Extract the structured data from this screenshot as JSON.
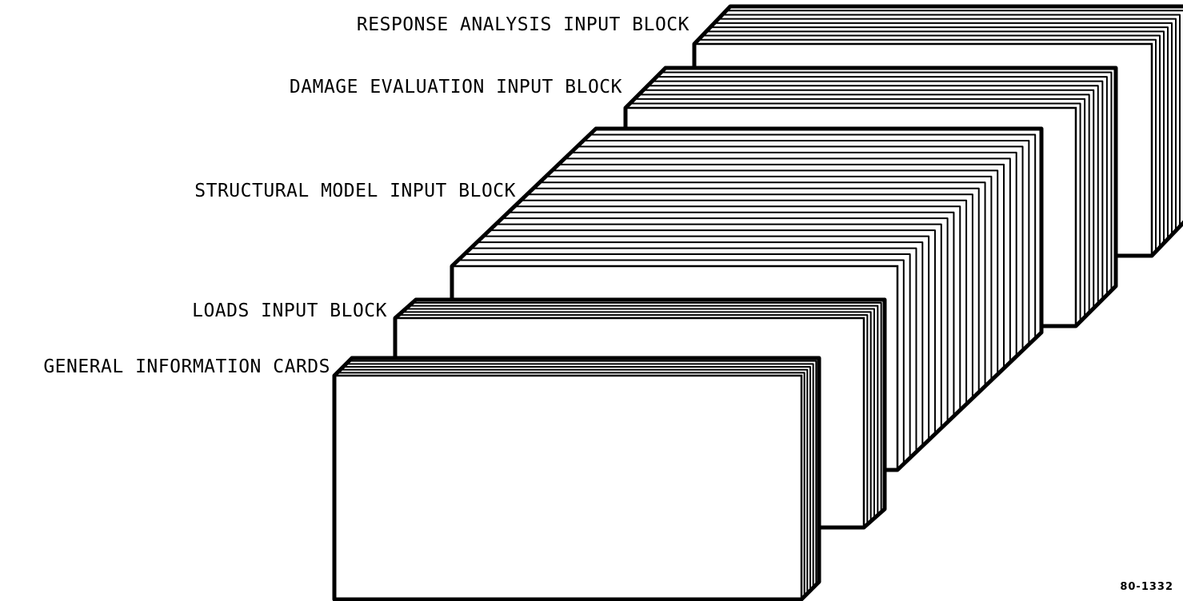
{
  "diagram": {
    "blocks": [
      {
        "id": "response",
        "label": "RESPONSE ANALYSIS INPUT BLOCK"
      },
      {
        "id": "damage",
        "label": "DAMAGE EVALUATION INPUT BLOCK"
      },
      {
        "id": "structural",
        "label": "STRUCTURAL MODEL INPUT BLOCK"
      },
      {
        "id": "loads",
        "label": "LOADS INPUT BLOCK"
      },
      {
        "id": "general",
        "label": "GENERAL INFORMATION CARDS"
      }
    ],
    "figure_number": "80-1332"
  }
}
